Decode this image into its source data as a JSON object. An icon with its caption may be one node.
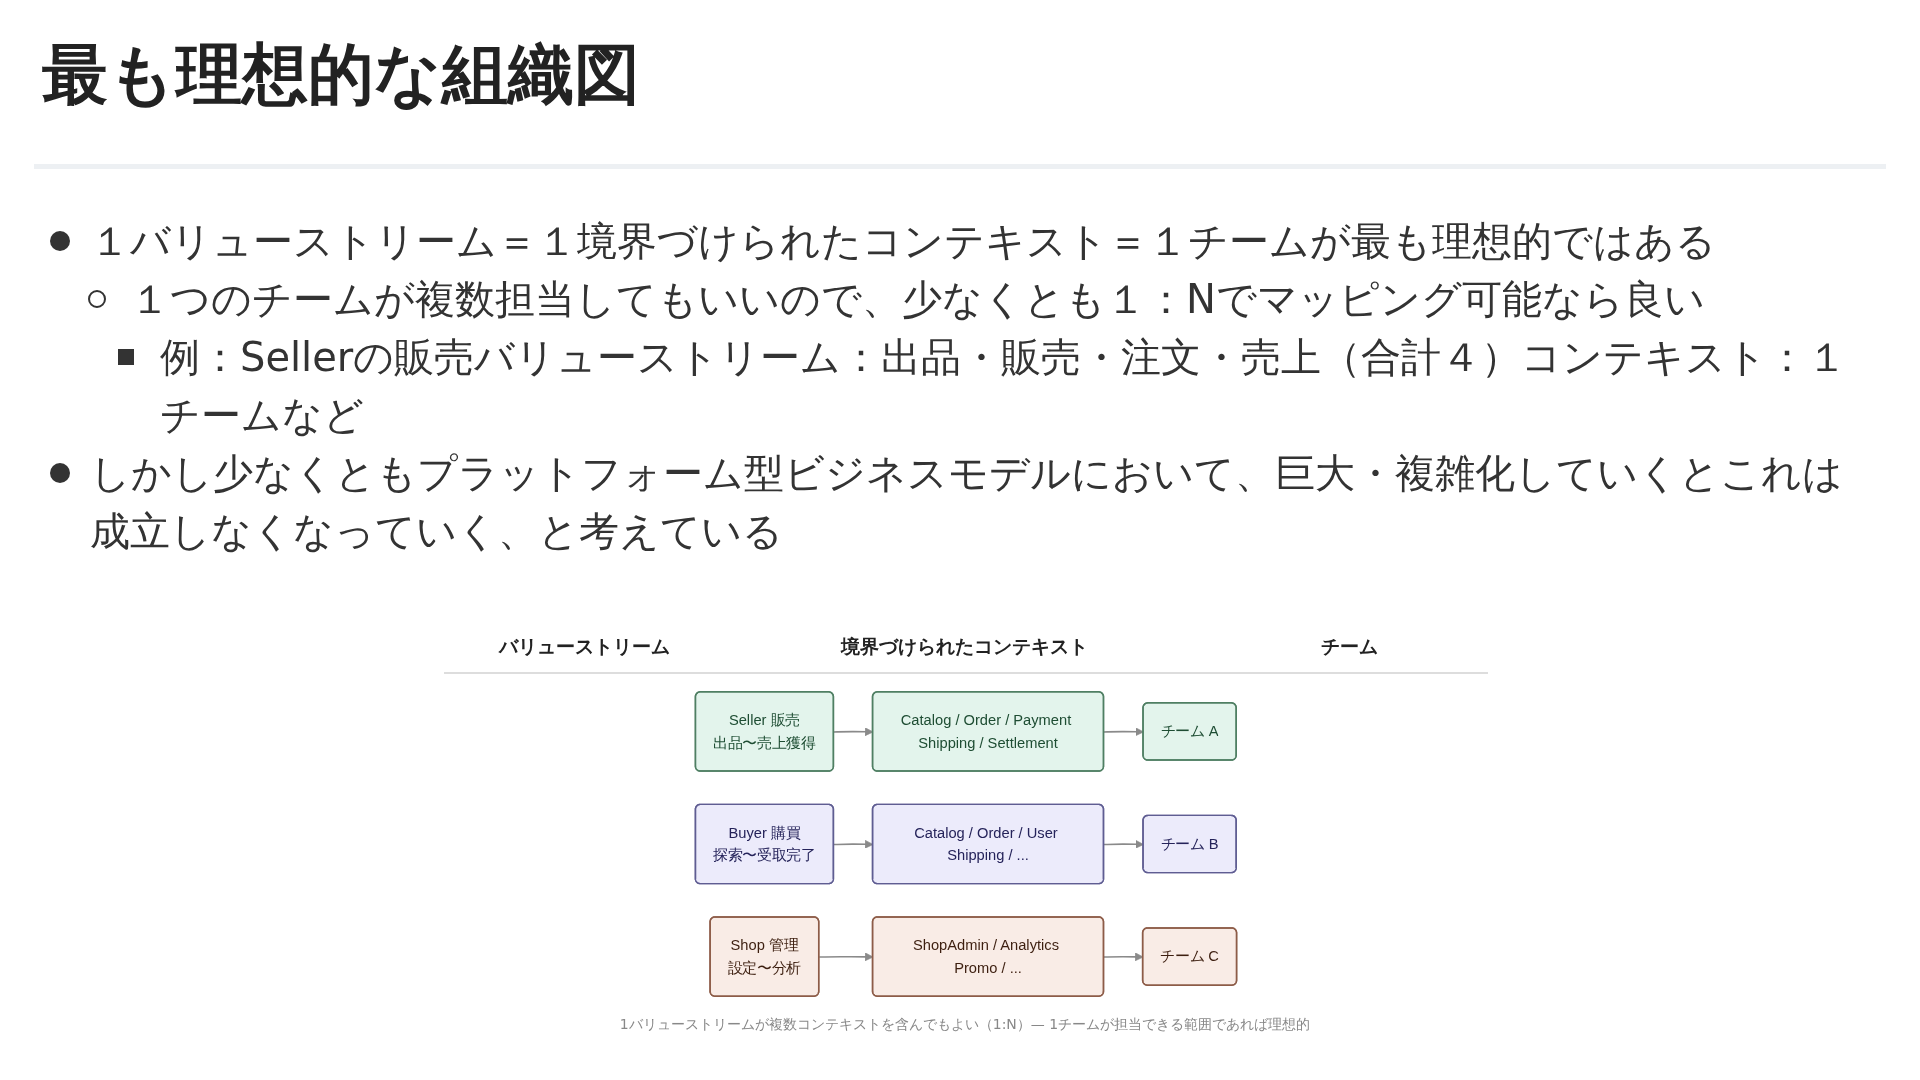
{
  "diagram": {
    "title": "最も理想的な組織図",
    "caption": "1バリューストリームが複数コンテキストを含んでもよい（1:N）— 1チームが担当できる範囲であれば理想的",
    "nodes": [
      {
        "text": [
          "Seller 販売",
          "出品〜売上獲得"
        ]
      },
      {
        "text": [
          "Catalog / Order / Payment Shipping / Settlement"
        ]
      },
      {
        "text": [
          "チーム A"
        ]
      },
      {
        "text": [
          "Buyer 購買",
          "探索〜受取完了"
        ]
      },
      {
        "text": [
          "Catalog / Order / User Shipping / ..."
        ]
      },
      {
        "text": [
          "チーム B"
        ]
      },
      {
        "text": [
          "Shop 管理",
          "設定〜分析"
        ]
      },
      {
        "text": [
          "ShopAdmin / Analytics Promo / ..."
        ]
      },
      {
        "text": [
          "チーム C"
        ]
      }
    ],
    "edges": [
      {
        "from": 0,
        "to": 1,
        "arrow": "to"
      },
      {
        "from": 1,
        "to": 2,
        "arrow": "to"
      },
      {
        "from": 3,
        "to": 4,
        "arrow": "to"
      },
      {
        "from": 4,
        "to": 5,
        "arrow": "to"
      },
      {
        "from": 6,
        "to": 7,
        "arrow": "to"
      },
      {
        "from": 7,
        "to": 8,
        "arrow": "to"
      }
    ],
    "labels": [
      "１バリューストリーム＝１境界づけられたコンテキスト＝１チームが最も理想的ではある",
      "１つのチームが複数担当してもいいので、少なくとも１：Nでマッピング可能なら良い",
      "例：Sellerの販売バリューストリーム：出品・販売・注文・売上（合計４）コンテキスト：１チームなど",
      "しかし少なくともプラットフォーム型ビジネスモデルにおいて、巨大・複雑化していくとこれは成立しなくなっていく、と考えている",
      "バリューストリーム",
      "境界づけられたコンテキスト",
      "チーム"
    ]
  }
}
